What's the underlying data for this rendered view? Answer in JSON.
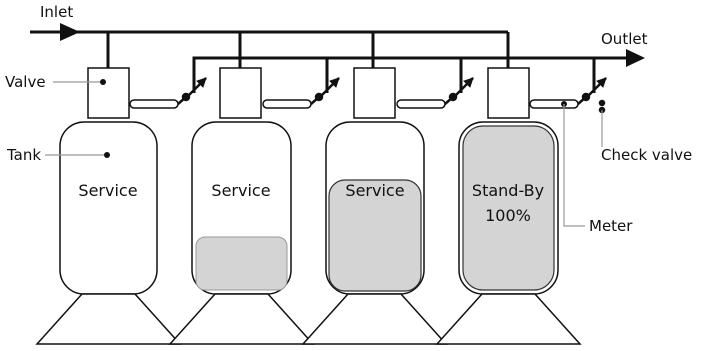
{
  "labels": {
    "inlet": "Inlet",
    "outlet": "Outlet",
    "valve": "Valve",
    "tank": "Tank",
    "check_valve": "Check valve",
    "meter": "Meter"
  },
  "tanks": [
    {
      "status": "Service",
      "level": ""
    },
    {
      "status": "Service",
      "level": ""
    },
    {
      "status": "Service",
      "level": ""
    },
    {
      "status": "Stand-By",
      "level": "100%"
    }
  ],
  "colors": {
    "line": "#111111",
    "media": "#d4d4d4"
  }
}
